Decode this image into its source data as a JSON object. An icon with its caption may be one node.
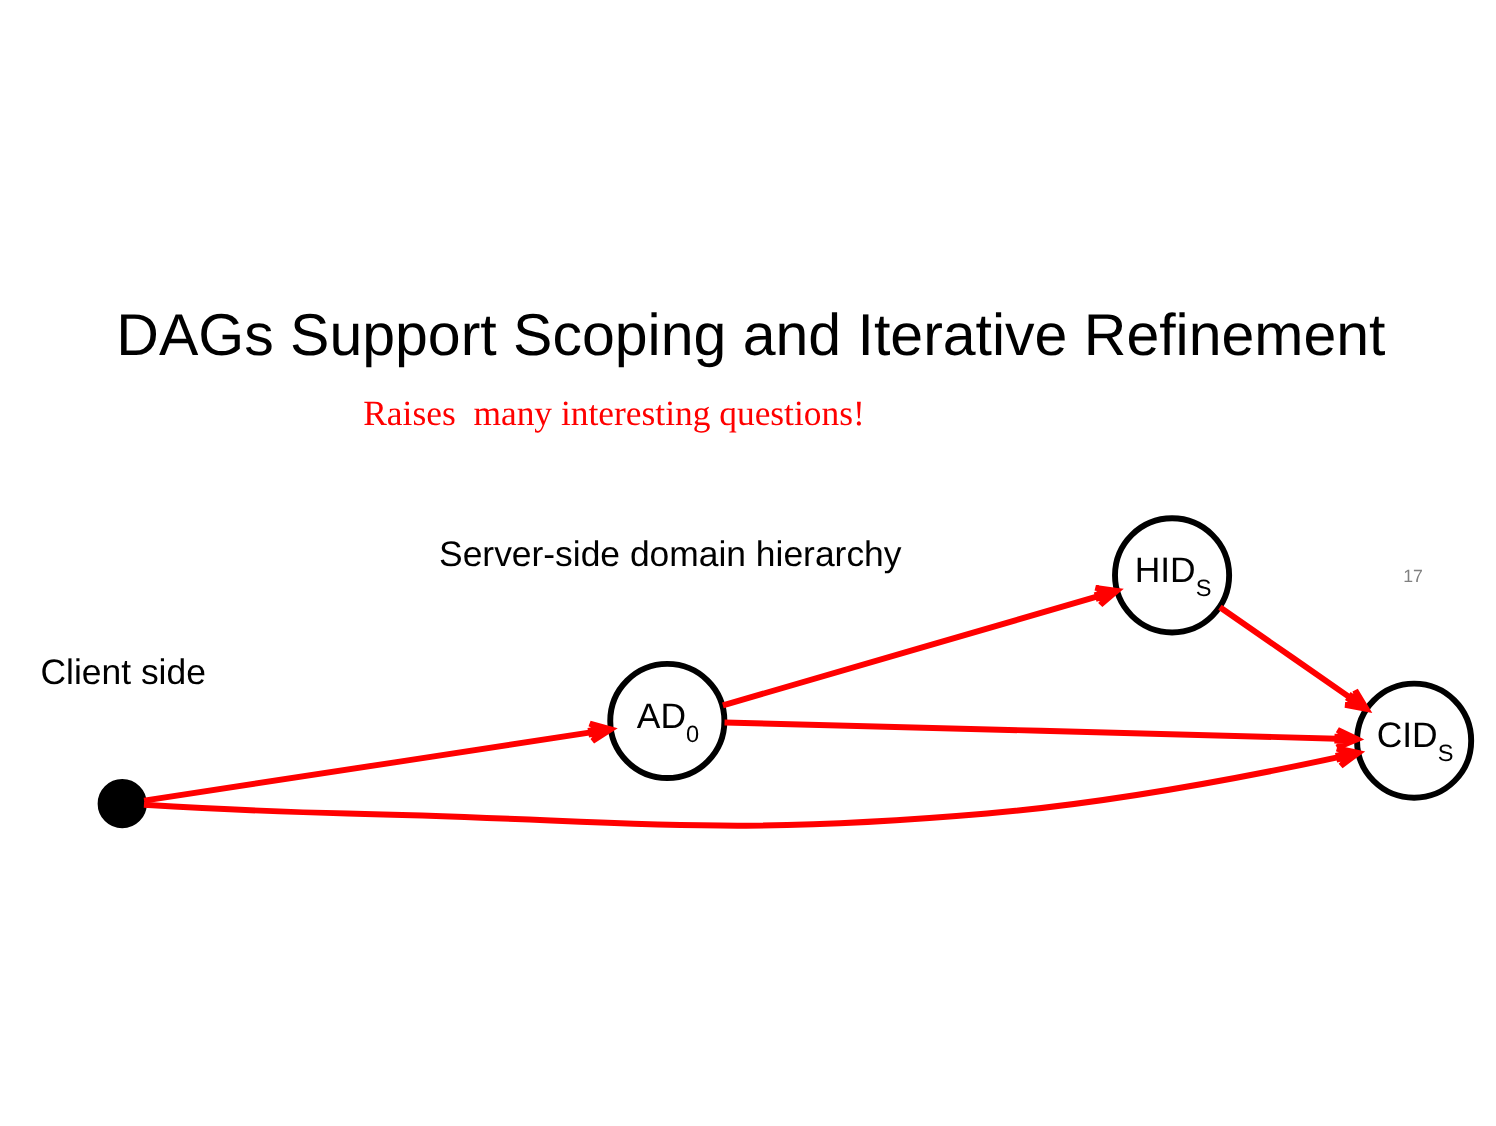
{
  "diagram": {
    "title": "DAGs Support Scoping and Iterative Refinement",
    "nodes": [
      {
        "text": [],
        "shape": "circle"
      },
      {
        "text": [
          "AD$_{0}$"
        ]
      },
      {
        "text": [
          "HID$_{S}$"
        ]
      },
      {
        "text": [
          "CID$_{S}$"
        ]
      }
    ],
    "edges": [
      {
        "from": 0,
        "to": 3,
        "arrow": "to"
      },
      {
        "from": 0,
        "to": 1,
        "arrow": "to"
      },
      {
        "from": 1,
        "to": 3,
        "arrow": "to"
      },
      {
        "from": 1,
        "to": 2,
        "arrow": "to"
      },
      {
        "from": 2,
        "to": 3,
        "arrow": "to"
      }
    ],
    "labels": [
      "Client side",
      "Server-side domain hierarchy",
      "Raises  many interesting questions!",
      "17"
    ]
  }
}
